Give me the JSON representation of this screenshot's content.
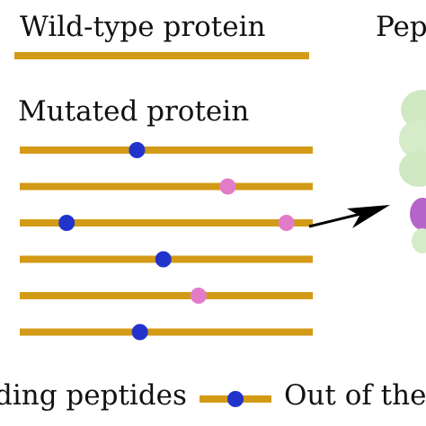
{
  "labels": {
    "wild_type": "Wild-type protein",
    "mutated": "Mutated protein",
    "peptide": "Pept",
    "legend_left": "ding peptides",
    "legend_right": "Out of the"
  },
  "colors": {
    "protein_bar": "#d39a16",
    "mutation_blue": "#2233cc",
    "mutation_pink": "#e27cc8",
    "arrow": "#000000",
    "blob_green": "#cfe8c2",
    "blob_purple": "#b565c8"
  },
  "mutated_proteins": [
    {
      "mutations": [
        {
          "position": 0.4,
          "type": "blue"
        }
      ]
    },
    {
      "mutations": [
        {
          "position": 0.71,
          "type": "pink"
        }
      ]
    },
    {
      "mutations": [
        {
          "position": 0.16,
          "type": "blue"
        },
        {
          "position": 0.91,
          "type": "pink"
        }
      ]
    },
    {
      "mutations": [
        {
          "position": 0.49,
          "type": "blue"
        }
      ]
    },
    {
      "mutations": [
        {
          "position": 0.61,
          "type": "pink"
        }
      ]
    },
    {
      "mutations": [
        {
          "position": 0.41,
          "type": "blue"
        }
      ]
    }
  ],
  "legend": {
    "marker_type": "blue"
  }
}
